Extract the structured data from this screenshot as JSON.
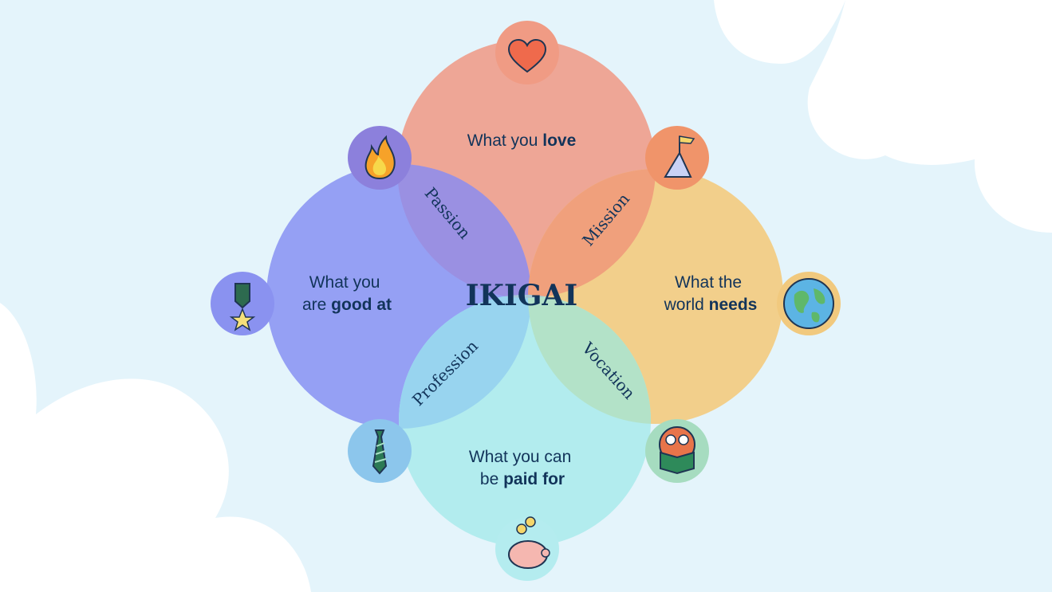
{
  "center_label": "IKIGAI",
  "circles": {
    "love": {
      "pre": "What you ",
      "bold": "love",
      "color": "#eea696"
    },
    "good": {
      "line1": "What you",
      "line2_pre": "are ",
      "line2_bold": "good at",
      "color": "#95a0f4"
    },
    "needs": {
      "line1": "What the",
      "line2_pre": "world ",
      "line2_bold": "needs",
      "color": "#f2cf8b"
    },
    "paid": {
      "line1": "What you can",
      "line2_pre": "be ",
      "line2_bold": "paid for",
      "color": "#b2ecee"
    }
  },
  "overlaps": {
    "passion": "Passion",
    "mission": "Mission",
    "profession": "Profession",
    "vocation": "Vocation"
  },
  "icons": [
    "heart-icon",
    "fire-icon",
    "mountain-flag-icon",
    "medal-icon",
    "globe-icon",
    "tie-icon",
    "reading-owl-icon",
    "piggy-bank-icon"
  ],
  "colors": {
    "background": "#e4f4fb",
    "cloud": "#ffffff",
    "text": "#12345a",
    "love": "#eea696",
    "good": "#95a0f4",
    "needs": "#f2cf8b",
    "paid": "#b2ecee",
    "passion": "#9a90e2",
    "mission": "#f0a07c",
    "profession": "#98d4ef",
    "vocation": "#b3e2c8"
  }
}
